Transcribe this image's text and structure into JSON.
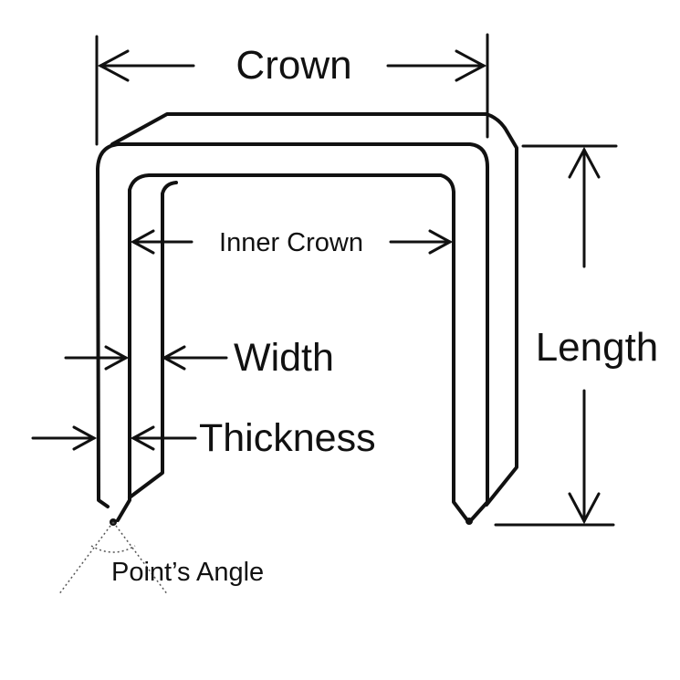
{
  "labels": {
    "crown": "Crown",
    "inner_crown": "Inner Crown",
    "width": "Width",
    "thickness": "Thickness",
    "length": "Length",
    "points_angle": "Point’s Angle"
  },
  "colors": {
    "stroke": "#111111",
    "background": "#ffffff"
  }
}
